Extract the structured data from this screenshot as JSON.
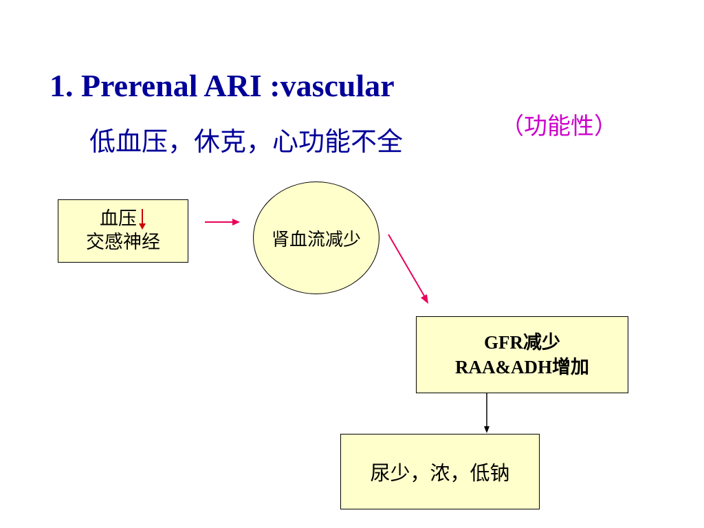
{
  "title": "1. Prerenal ARI :vascular",
  "subtitle": "低血压，休克，心功能不全",
  "note": "（功能性）",
  "nodes": {
    "blood_pressure": {
      "line1": "血压",
      "line2": "交感神经"
    },
    "renal_flow": {
      "label": "肾血流减少"
    },
    "gfr": {
      "line1": "GFR减少",
      "line2": "RAA&ADH增加"
    },
    "urine": {
      "label": "尿少，浓，低钠"
    }
  },
  "colors": {
    "title": "#000099",
    "note": "#cc00cc",
    "box_fill": "#ffffcc",
    "arrow_pink": "#e8005a",
    "arrow_red": "#cc0000"
  }
}
